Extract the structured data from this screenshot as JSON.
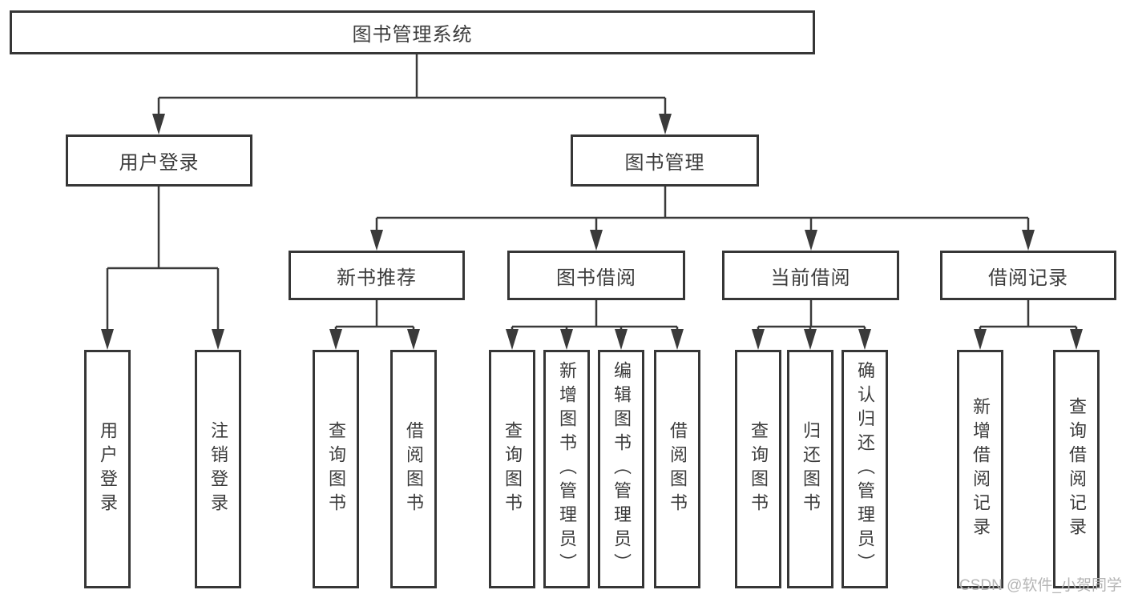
{
  "diagram": {
    "root": "图书管理系统",
    "level2": {
      "user_login": "用户登录",
      "book_mgmt": "图书管理"
    },
    "level3": {
      "new_books": "新书推荐",
      "book_borrow": "图书借阅",
      "current_borrow": "当前借阅",
      "borrow_records": "借阅记录"
    },
    "leaves": {
      "user_login": "用户登录",
      "logout": "注销登录",
      "nb_query_books": "查询图书",
      "nb_borrow_books": "借阅图书",
      "bb_query_books": "查询图书",
      "bb_add_books": "新增图书（管理员）",
      "bb_edit_books": "编辑图书（管理员）",
      "bb_borrow_books": "借阅图书",
      "cb_query_books": "查询图书",
      "cb_return_books": "归还图书",
      "cb_confirm_return": "确认归还（管理员）",
      "br_add_record": "新增借阅记录",
      "br_query_record": "查询借阅记录"
    },
    "colors": {
      "line": "#3a3a3a",
      "border": "#363636",
      "text": "#3c3c3c",
      "watermark": "#b5b5b5"
    }
  },
  "watermark": "CSDN @软件_小贺同学"
}
